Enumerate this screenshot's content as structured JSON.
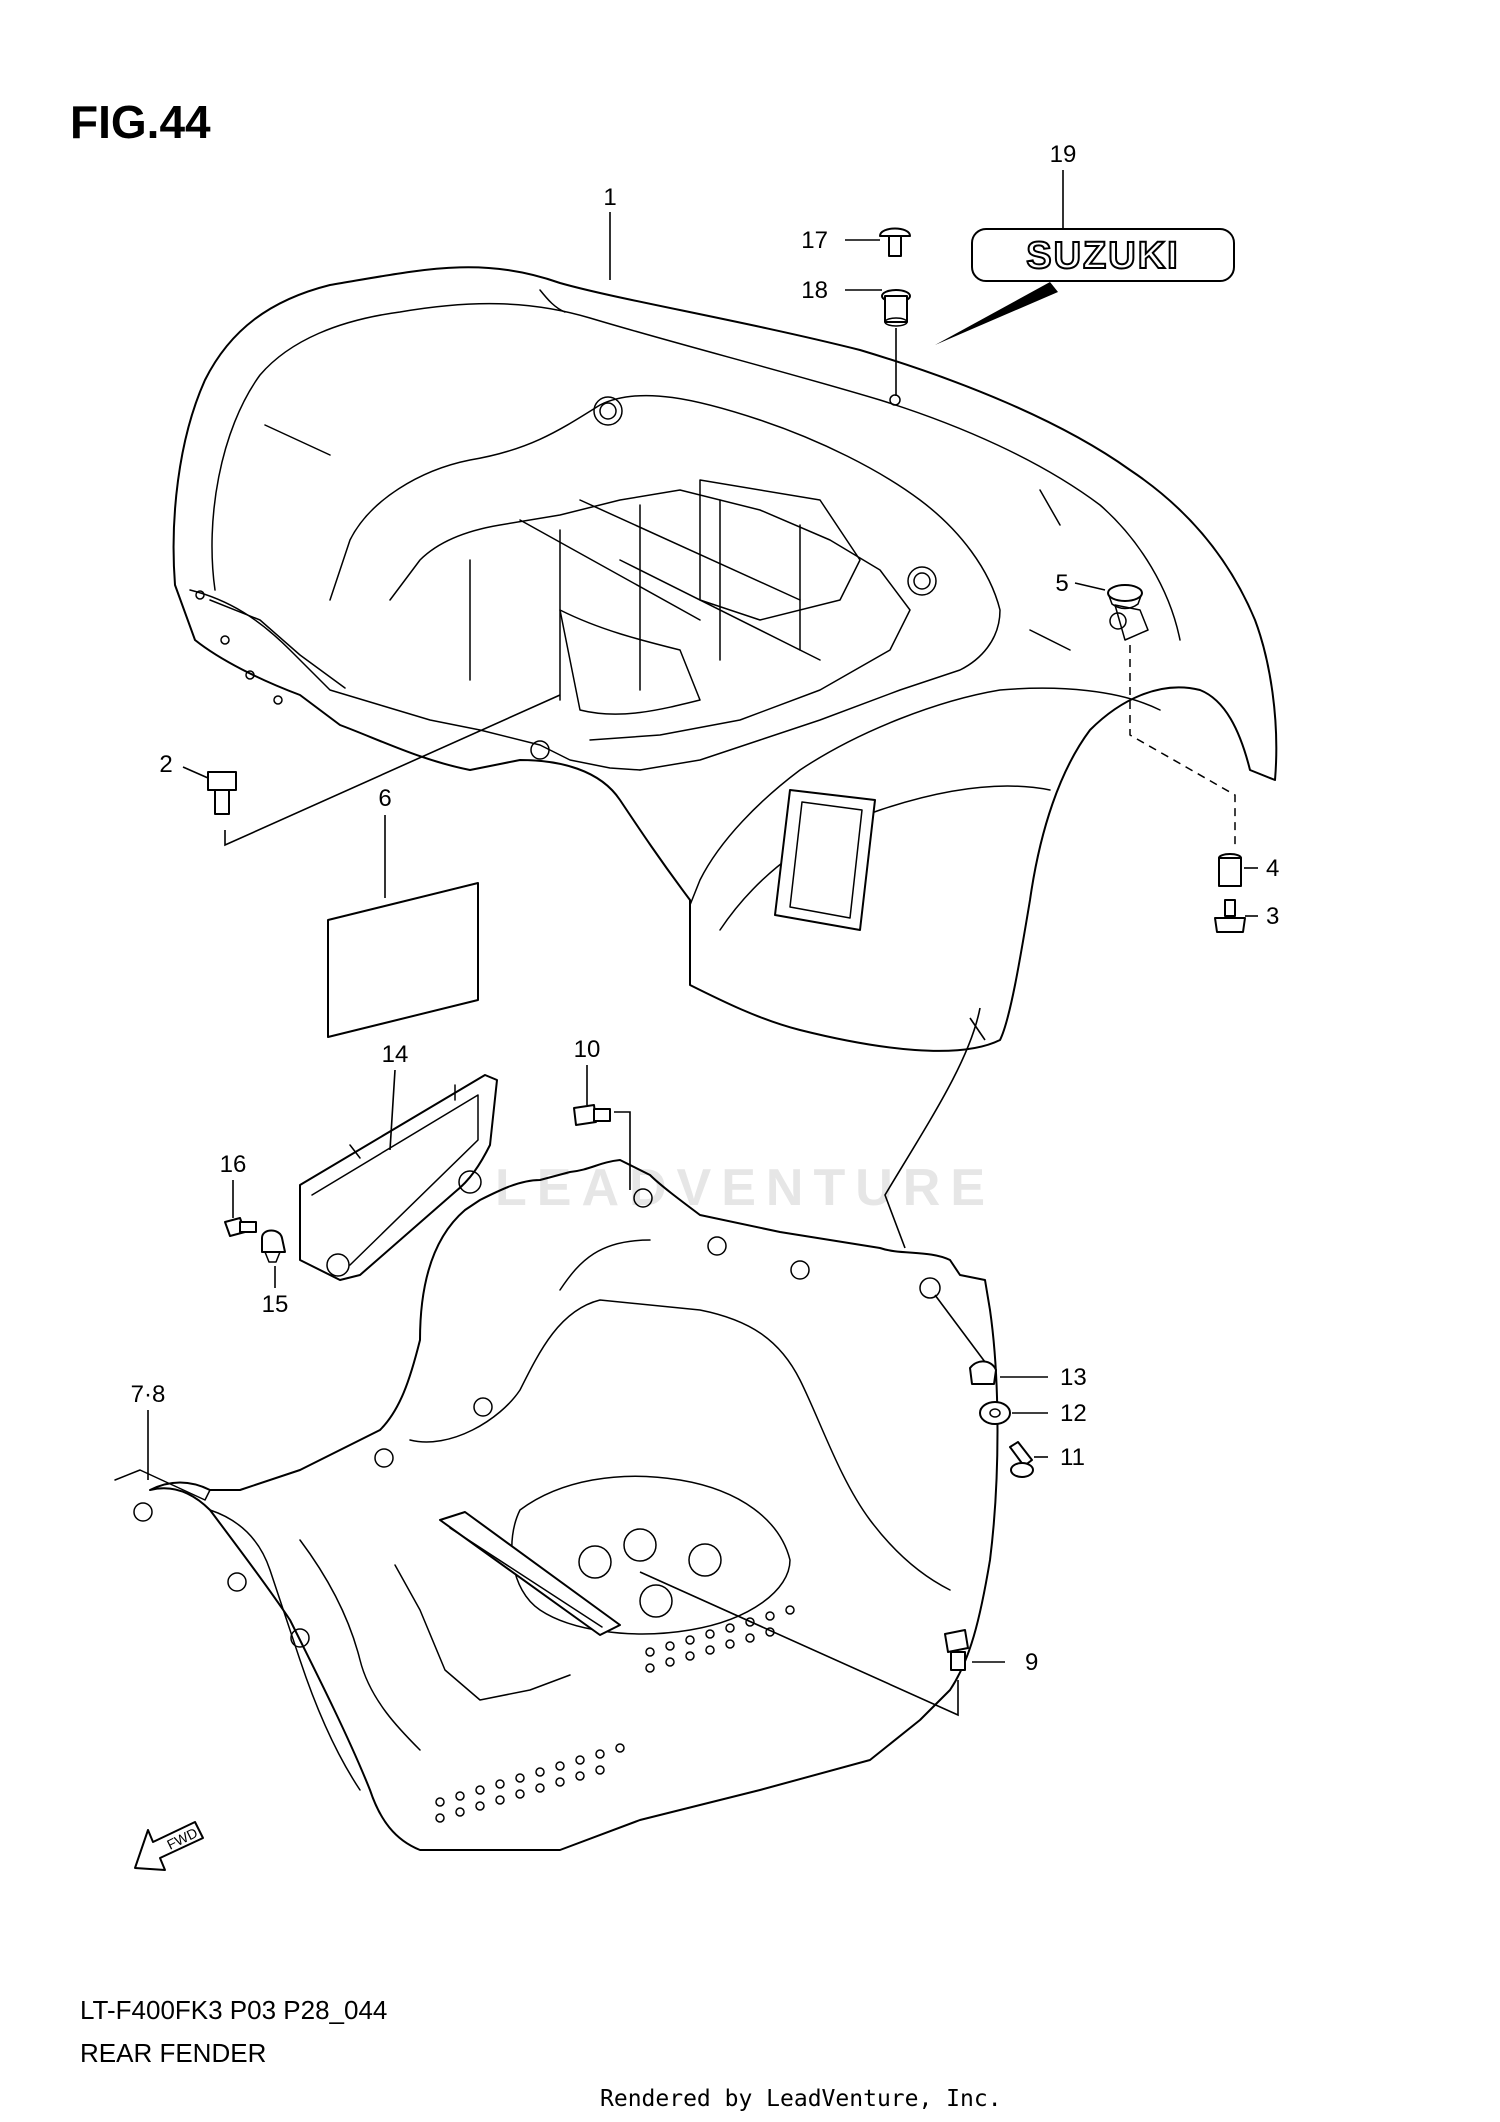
{
  "figure": {
    "title": "FIG.44",
    "model_code": "LT-F400FK3 P03 P28_044",
    "name": "REAR FENDER",
    "rendered_by": "Rendered by LeadVenture, Inc.",
    "watermark": "LEADVENTURE",
    "emblem_text": "SUZUKI",
    "fwd_label": "FWD"
  },
  "callouts": {
    "c1": "1",
    "c2": "2",
    "c3": "3",
    "c4": "4",
    "c5": "5",
    "c6": "6",
    "c78": "7·8",
    "c9": "9",
    "c10": "10",
    "c11": "11",
    "c12": "12",
    "c13": "13",
    "c14": "14",
    "c15": "15",
    "c16": "16",
    "c17": "17",
    "c18": "18",
    "c19": "19"
  }
}
